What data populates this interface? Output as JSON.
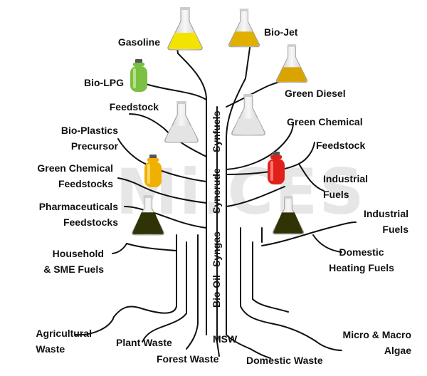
{
  "watermark": "Mi.CES",
  "stages": {
    "synfuels": "Synfuels",
    "syncrude": "Syncrude",
    "syngas": "Syngas",
    "biooil": "Bio-Oil"
  },
  "products": {
    "gasoline": "Gasoline",
    "biojet": "Bio-Jet",
    "biolpg": "Bio-LPG",
    "green_diesel": "Green Diesel",
    "feedstock": "Feedstock",
    "green_chemical": "Green Chemical",
    "feedstock2": "Feedstock",
    "bioplastics_1": "Bio-Plastics",
    "bioplastics_2": "Precursor",
    "green_chem_feed_1": "Green Chemical",
    "green_chem_feed_2": "Feedstocks",
    "industrial_fuels_r1_1": "Industrial",
    "industrial_fuels_r1_2": "Fuels",
    "pharma_1": "Pharmaceuticals",
    "pharma_2": "Feedstocks",
    "industrial_fuels_r2_1": "Industrial",
    "industrial_fuels_r2_2": "Fuels",
    "household_1": "Household",
    "household_2": "& SME Fuels",
    "domestic_heating_1": "Domestic",
    "domestic_heating_2": "Heating Fuels"
  },
  "sources": {
    "agri_1": "Agricultural",
    "agri_2": "Waste",
    "plant_waste": "Plant Waste",
    "forest_waste": "Forest Waste",
    "msw": "MSW",
    "domestic_waste": "Domestic Waste",
    "algae_1": "Micro & Macro",
    "algae_2": "Algae"
  },
  "icons": {
    "flask_gasoline": "conical-flask-icon",
    "flask_biojet": "conical-flask-icon",
    "flask_green_diesel": "conical-flask-icon",
    "flask_feedstock": "conical-flask-icon",
    "flask_green_chemical": "conical-flask-icon",
    "flask_pharma": "conical-flask-icon",
    "flask_industrial": "conical-flask-icon",
    "cylinder_biolpg": "gas-cylinder-icon",
    "cylinder_green_chem": "gas-cylinder-icon",
    "cylinder_industrial": "gas-cylinder-icon"
  },
  "colors": {
    "gasoline": "#f2e400",
    "biojet": "#e0b000",
    "green_diesel": "#d9a400",
    "feedstock": "#e4e4e4",
    "green_chemical": "#e4e4e4",
    "pharma": "#2f3306",
    "industrial": "#2f3306",
    "cylinder_biolpg": "#7bc043",
    "cylinder_green_chem": "#f0b000",
    "cylinder_industrial": "#e0201a"
  }
}
